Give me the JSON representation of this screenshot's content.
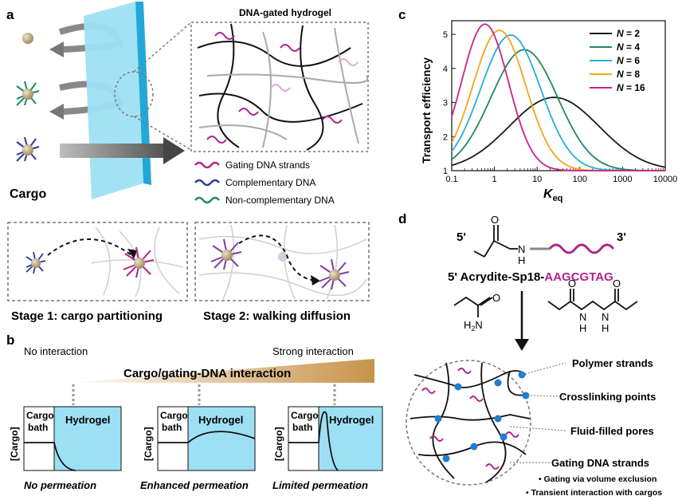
{
  "panel_a": {
    "letter": "a",
    "hydrogel_title": "DNA-gated hydrogel",
    "cargo_label": "Cargo",
    "legend": [
      "Gating DNA strands",
      "Complementary DNA",
      "Non-complementary DNA"
    ],
    "stage1": "Stage 1: cargo partitioning",
    "stage2": "Stage 2: walking diffusion"
  },
  "panel_b": {
    "letter": "b",
    "left_label": "No interaction",
    "right_label": "Strong interaction",
    "interaction_title": "Cargo/gating-DNA interaction",
    "ylabel": "[Cargo]",
    "bath_line1": "Cargo",
    "bath_line2": "bath",
    "hydrogel": "Hydrogel",
    "captions": [
      "No permeation",
      "Enhanced permeation",
      "Limited permeation"
    ]
  },
  "panel_c": {
    "letter": "c",
    "chart_data": {
      "type": "line",
      "xlabel": "K",
      "xlabel_sub": "eq",
      "ylabel": "Transport efficiency",
      "xscale": "log",
      "xlim": [
        0.1,
        10000
      ],
      "ylim": [
        1,
        5.4
      ],
      "xticks": [
        "0.1",
        "1",
        "10",
        "100",
        "1000",
        "10000"
      ],
      "yticks": [
        "1",
        "2",
        "3",
        "4",
        "5"
      ],
      "legend_position": "top-right",
      "series": [
        {
          "name": "N = 2",
          "label_prefix": "N",
          "label_value": "= 2",
          "color": "#1a1a1a",
          "peak_x": 25,
          "peak_y": 3.15,
          "width": 1.05
        },
        {
          "name": "N = 4",
          "label_prefix": "N",
          "label_value": "= 4",
          "color": "#1f8a5a",
          "peak_x": 5,
          "peak_y": 4.55,
          "width": 0.78
        },
        {
          "name": "N = 6",
          "label_prefix": "N",
          "label_value": "= 6",
          "color": "#22b0d8",
          "peak_x": 2.4,
          "peak_y": 4.98,
          "width": 0.7
        },
        {
          "name": "N = 8",
          "label_prefix": "N",
          "label_value": "= 8",
          "color": "#f2a51a",
          "peak_x": 1.3,
          "peak_y": 5.12,
          "width": 0.62
        },
        {
          "name": "N = 16",
          "label_prefix": "N",
          "label_value": "= 16",
          "color": "#c8228e",
          "peak_x": 0.6,
          "peak_y": 5.3,
          "width": 0.55
        }
      ]
    }
  },
  "panel_d": {
    "letter": "d",
    "five_prime": "5'",
    "three_prime": "3'",
    "seq_prefix": "5' Acrydite-Sp18-",
    "seq": "AAGCGTAG",
    "nh": "N",
    "h": "H",
    "o": "O",
    "h2n": "H",
    "h2n_sub": "2",
    "h2n_n": "N",
    "labels": [
      "Polymer strands",
      "Crosslinking points",
      "Fluid-filled pores",
      "Gating DNA strands"
    ],
    "notes": [
      "• Gating via volume exclusion",
      "• Transient interaction with cargos"
    ]
  },
  "colors": {
    "magenta": "#b0238c",
    "blue": "#2a3a9a",
    "green": "#1f8a5a",
    "hydrogel": "#9ee0f3",
    "gold": "#c8934a"
  }
}
